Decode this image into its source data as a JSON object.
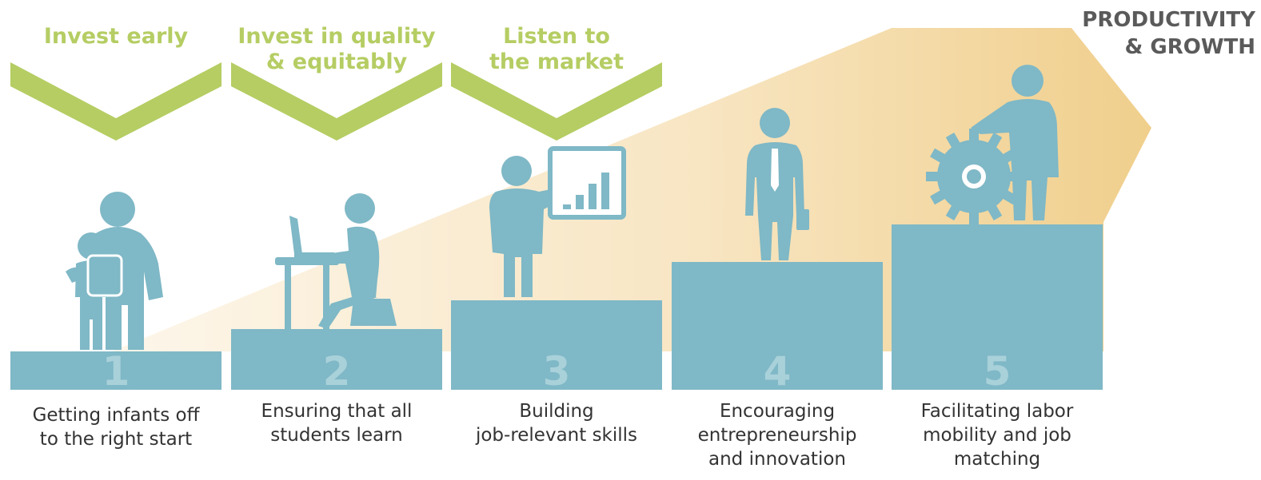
{
  "colors": {
    "accent_green": "#b5cd63",
    "step_teal": "#7fb8c6",
    "step_number": "#a9d1da",
    "arrow_light": "#fdf4e6",
    "arrow_dark": "#f0cf8c",
    "text_dark": "#333333",
    "goal_text": "#5a5a5a"
  },
  "goal": {
    "label": "PRODUCTIVITY\n& GROWTH"
  },
  "principles": [
    {
      "label": "Invest early",
      "icon": "chevron-down-icon"
    },
    {
      "label": "Invest in quality\n& equitably",
      "icon": "chevron-down-icon"
    },
    {
      "label": "Listen to\nthe market",
      "icon": "chevron-down-icon"
    }
  ],
  "steps": [
    {
      "number": "1",
      "description": "Getting infants off\nto the right start",
      "icon": "parent-child-tablet-icon"
    },
    {
      "number": "2",
      "description": "Ensuring that all\nstudents learn",
      "icon": "student-laptop-icon"
    },
    {
      "number": "3",
      "description": "Building\njob-relevant skills",
      "icon": "presenter-chart-icon"
    },
    {
      "number": "4",
      "description": "Encouraging\nentrepreneurship\nand innovation",
      "icon": "businessman-briefcase-icon"
    },
    {
      "number": "5",
      "description": "Facilitating labor\nmobility and job\nmatching",
      "icon": "worker-gear-icon"
    }
  ]
}
